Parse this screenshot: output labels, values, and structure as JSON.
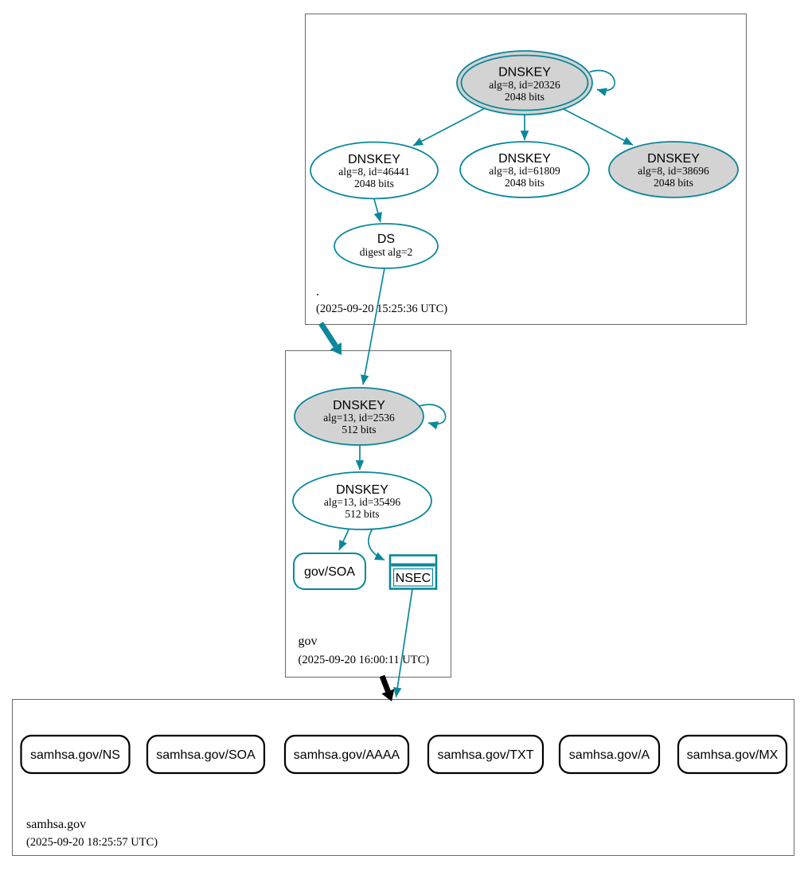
{
  "zones": [
    {
      "name": ".",
      "timestamp": "(2025-09-20 15:25:36 UTC)",
      "nodes": {
        "ksk": {
          "title": "DNSKEY",
          "detail1": "alg=8, id=20326",
          "detail2": "2048 bits"
        },
        "zsk1": {
          "title": "DNSKEY",
          "detail1": "alg=8, id=46441",
          "detail2": "2048 bits"
        },
        "zsk2": {
          "title": "DNSKEY",
          "detail1": "alg=8, id=61809",
          "detail2": "2048 bits"
        },
        "zsk3": {
          "title": "DNSKEY",
          "detail1": "alg=8, id=38696",
          "detail2": "2048 bits"
        },
        "ds": {
          "title": "DS",
          "detail1": "digest alg=2"
        }
      }
    },
    {
      "name": "gov",
      "timestamp": "(2025-09-20 16:00:11 UTC)",
      "nodes": {
        "ksk": {
          "title": "DNSKEY",
          "detail1": "alg=13, id=2536",
          "detail2": "512 bits"
        },
        "zsk": {
          "title": "DNSKEY",
          "detail1": "alg=13, id=35496",
          "detail2": "512 bits"
        },
        "soa": {
          "label": "gov/SOA"
        },
        "nsec": {
          "label": "NSEC"
        }
      }
    },
    {
      "name": "samhsa.gov",
      "timestamp": "(2025-09-20 18:25:57 UTC)",
      "rrsets": [
        "samhsa.gov/NS",
        "samhsa.gov/SOA",
        "samhsa.gov/AAAA",
        "samhsa.gov/TXT",
        "samhsa.gov/A",
        "samhsa.gov/MX"
      ]
    }
  ],
  "colors": {
    "secure_teal": "#0a879a",
    "key_fill_gray": "#d3d3d3",
    "zone_box_border": "#696969",
    "insecure_black": "#000000"
  }
}
